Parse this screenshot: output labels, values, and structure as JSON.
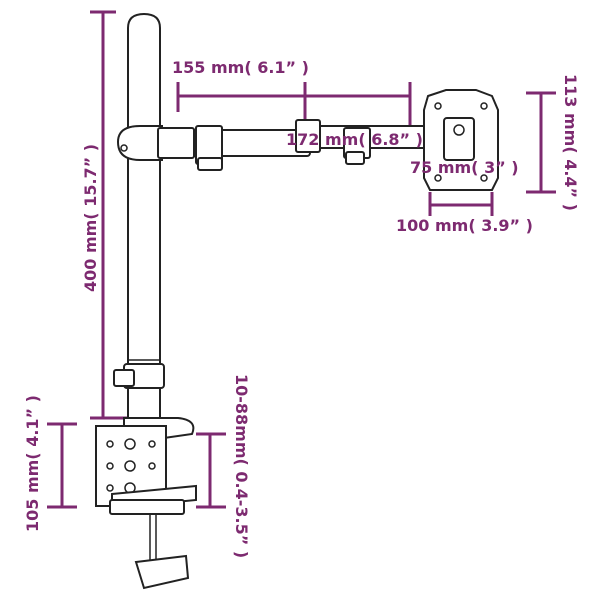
{
  "diagram": {
    "labels": {
      "pole_height": "400 mm( 15.7” )",
      "arm_inner": "155 mm( 6.1” )",
      "arm_outer": "172 mm( 6.8” )",
      "plate_height": "113 mm( 4.4” )",
      "vesa_small": "75 mm( 3” )",
      "vesa_large": "100 mm( 3.9” )",
      "clamp_height": "105 mm( 4.1” )",
      "clamp_range": "10-88mm( 0.4-3.5” )"
    },
    "colors": {
      "dimension": "#7d2a70",
      "outline": "#222222"
    }
  }
}
